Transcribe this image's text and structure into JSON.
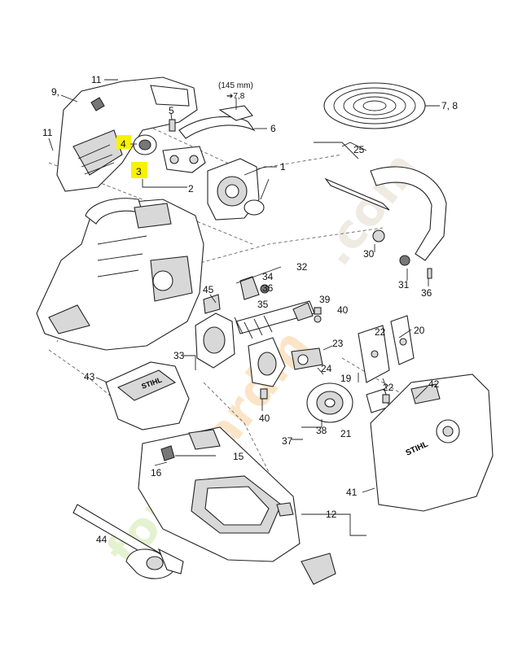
{
  "colors": {
    "highlight": "#f6f200",
    "watermark_green": "#9fd35a",
    "watermark_orange": "#f2a13a",
    "watermark_tan": "#c7b99a",
    "line": "#222222"
  },
  "annotation_145": "(145 mm)",
  "annotation_arrow": "➔7,8",
  "watermark": {
    "part1": "forêt",
    "part2": "jardin",
    "part3": ".com"
  },
  "brand_mark": "STIHL",
  "labels": {
    "l1": "1",
    "l2": "2",
    "l3": "3",
    "l4": "4",
    "l5": "5",
    "l6": "6",
    "l78": "7, 8",
    "l9": "9,",
    "l11a": "11",
    "l11b": "11",
    "l12": "12",
    "l15": "15",
    "l16": "16",
    "l19": "19",
    "l20": "20",
    "l21": "21",
    "l22a": "22",
    "l22b": "22",
    "l23": "23",
    "l24": "24",
    "l25": "25",
    "l30": "30",
    "l31": "31",
    "l32": "32",
    "l33": "33",
    "l34": "34",
    "l35": "35",
    "l36a": "36",
    "l36b": "36",
    "l37": "37",
    "l38": "38",
    "l39": "39",
    "l40a": "40",
    "l40b": "40",
    "l41": "41",
    "l42": "42",
    "l43": "43",
    "l44": "44",
    "l45": "45"
  }
}
